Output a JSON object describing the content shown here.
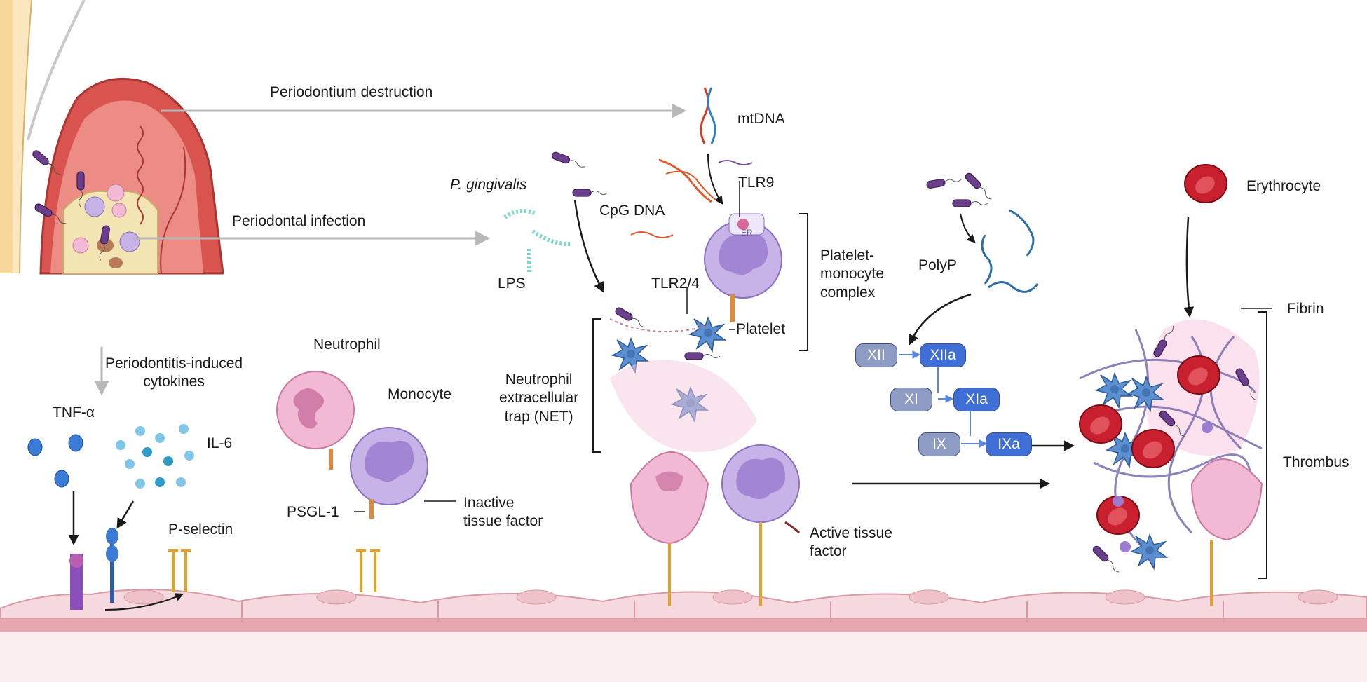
{
  "labels": {
    "periodontium_destruction": "Periodontium destruction",
    "mtdna": "mtDNA",
    "p_gingivalis": "P. gingivalis",
    "cpg_dna": "CpG DNA",
    "tlr9": "TLR9",
    "er": "ER",
    "periodontal_infection": "Periodontal infection",
    "lps": "LPS",
    "tlr24": "TLR2/4",
    "platelet": "Platelet",
    "platelet_monocyte_complex": [
      "Platelet-",
      "monocyte",
      "complex"
    ],
    "periodontitis_cytokines": [
      "Periodontitis-induced",
      "cytokines"
    ],
    "tnf": "TNF-α",
    "il6": "IL-6",
    "neutrophil": "Neutrophil",
    "monocyte": "Monocyte",
    "net": [
      "Neutrophil",
      "extracellular",
      "trap (NET)"
    ],
    "psgl1": "PSGL-1",
    "inactive_tf": [
      "Inactive",
      "tissue factor"
    ],
    "p_selectin": "P-selectin",
    "active_tf": [
      "Active tissue",
      "factor"
    ],
    "polyp": "PolyP",
    "erythrocyte": "Erythrocyte",
    "fibrin": "Fibrin",
    "thrombus": "Thrombus"
  },
  "cascade": {
    "xii": "XII",
    "xiia": "XIIa",
    "xi": "XI",
    "xia": "XIa",
    "ix": "IX",
    "ixa": "IXa"
  },
  "colors": {
    "gum": "#d9534f",
    "bacterium": "#6b3f8c",
    "neutrophil": "#e9a9c9",
    "monocyte": "#b9a3dd",
    "platelet": "#5b8fd0",
    "erythrocyte": "#c8202f",
    "endothelium": "#f6d9de",
    "factor_active": "#3f6fd6",
    "factor_inactive": "#8e9bc2"
  },
  "icons": [
    "bacterium-icon",
    "dna-icon",
    "neutrophil-icon",
    "monocyte-icon",
    "platelet-icon",
    "erythrocyte-icon",
    "tooth-icon",
    "cytokine-icon",
    "receptor-icon"
  ]
}
